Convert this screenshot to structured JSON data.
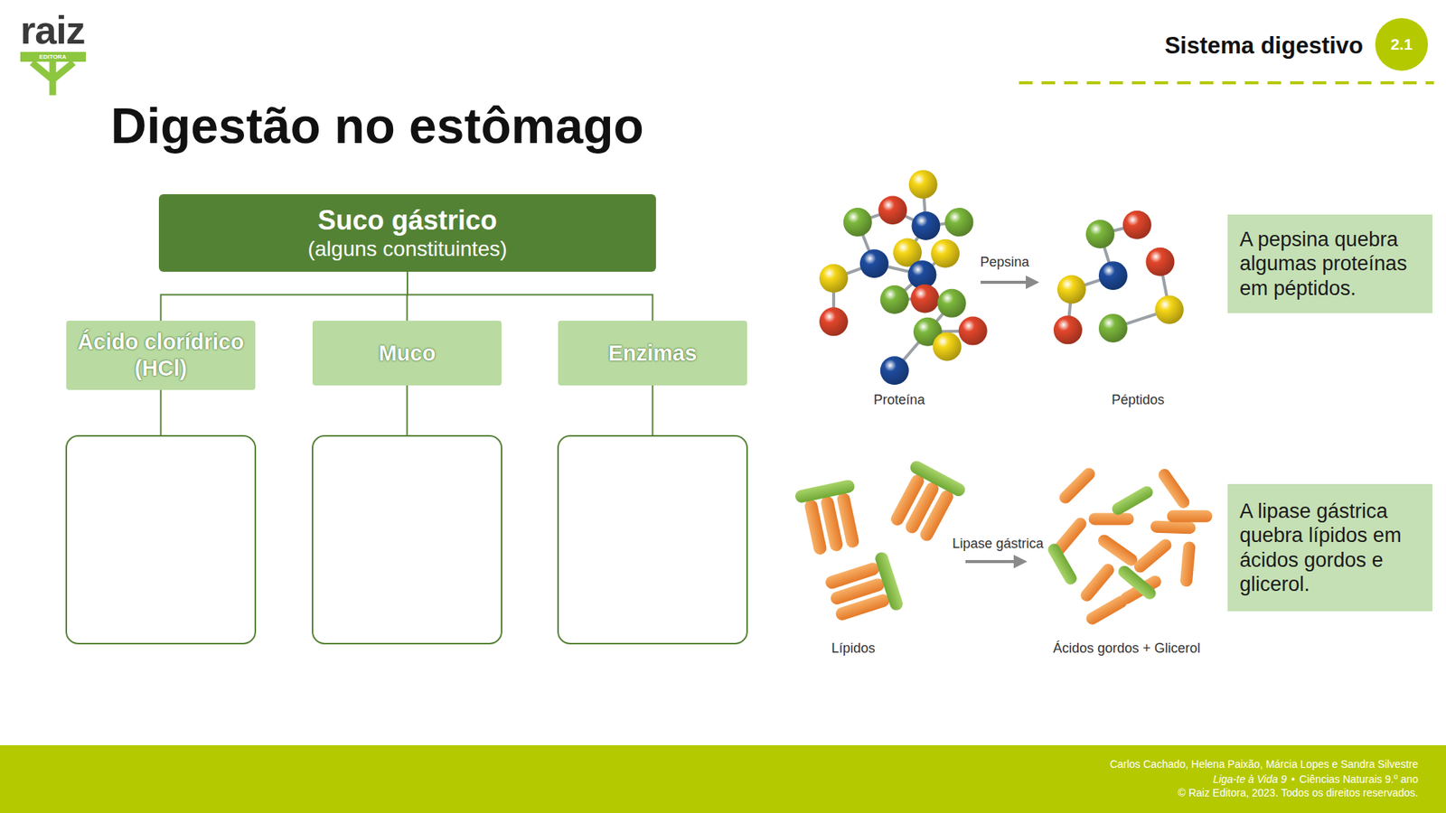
{
  "diagram": {
    "title": "Digestão no estômago",
    "nodes": [
      {
        "text": [
          "2.1"
        ]
      },
      {
        "text": [
          "Suco gástrico",
          "(alguns constituintes)"
        ]
      },
      {
        "text": [
          "Ácido clorídrico (HCl)"
        ]
      },
      {
        "text": [
          "Muco"
        ]
      },
      {
        "text": [
          "Enzimas"
        ]
      },
      {
        "text": [
          "A pepsina quebra algumas proteínas em péptidos."
        ]
      },
      {
        "text": [
          "A lipase gástrica quebra lípidos em ácidos gordos e glicerol."
        ]
      }
    ],
    "edges": [
      {
        "from": 1,
        "to": 2,
        "arrow": "none"
      },
      {
        "from": 1,
        "to": 3,
        "arrow": "none"
      },
      {
        "from": 1,
        "to": 4,
        "arrow": "none"
      }
    ],
    "labels": [
      "raiz",
      "EDITORA",
      "Sistema digestivo",
      "Pepsina",
      "Proteína",
      "Péptidos",
      "Lipase gástrica",
      "Lípidos",
      "Ácidos gordos + Glicerol",
      "Carlos Cachado, Helena Paixão, Márcia Lopes e Sandra Silvestre",
      "Liga-te à Vida 9",
      "•",
      "Ciências Naturais 9.º ano",
      "© Raiz Editora, 2023. Todos os direitos reservados."
    ]
  }
}
